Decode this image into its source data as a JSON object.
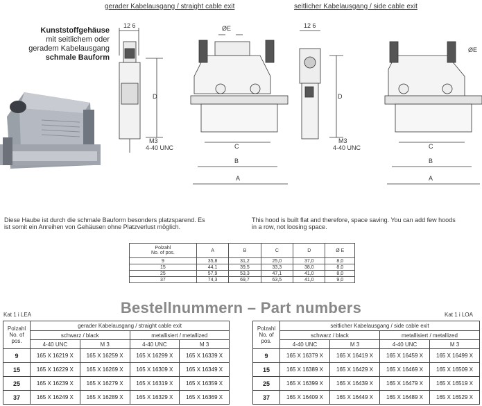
{
  "headers": {
    "straight": "gerader Kabelausgang / straight cable exit",
    "side": "seitlicher Kabelausgang / side cable exit"
  },
  "intro": {
    "line1": "Kunststoffgehäuse",
    "line2": "mit seitlichem oder",
    "line3": "geradem Kabelausgang",
    "line4": "schmale Bauform"
  },
  "drawing_labels": {
    "w126": "12 6",
    "phiE": "ØE",
    "D": "D",
    "M3": "M3",
    "unc": "4-40 UNC",
    "A": "A",
    "B": "B",
    "C": "C"
  },
  "description": {
    "de_line1": "Diese Haube ist durch die schmale Bauform besonders platzsparend. Es",
    "de_line2": "ist somit ein Anreihen von Gehäusen ohne Platzverlust möglich.",
    "en_line1": "This hood is built flat and therefore, space saving. You can add few hoods",
    "en_line2": "in a row, not loosing space."
  },
  "dimensions_table": {
    "col_pos_line1": "Polzahl",
    "col_pos_line2": "No. of pos.",
    "columns": [
      "A",
      "B",
      "C",
      "D",
      "Ø E"
    ],
    "rows": [
      [
        "9",
        "35,8",
        "31,2",
        "25,0",
        "37,0",
        "8,0"
      ],
      [
        "15",
        "44,1",
        "39,5",
        "33,3",
        "38,0",
        "8,0"
      ],
      [
        "25",
        "57,9",
        "53,3",
        "47,1",
        "41,0",
        "8,0"
      ],
      [
        "37",
        "74,3",
        "69,7",
        "63,5",
        "41,0",
        "9,0"
      ]
    ]
  },
  "title": "Bestellnummern  –  Part numbers",
  "kat_left": "Kat 1 i LEA",
  "kat_right": "Kat 1 i LOA",
  "left_table": {
    "pos_line1": "Polzahl",
    "pos_line2": "No. of",
    "pos_line3": "pos.",
    "group": "gerader Kabelausgang / straight cable exit",
    "black": "schwarz / black",
    "metal": "metallisiert / metallized",
    "unc": "4-40 UNC",
    "m3": "M 3",
    "rows": [
      [
        "9",
        "165 X 16219 X",
        "165 X 16259 X",
        "165 X 16299 X",
        "165 X 16339 X"
      ],
      [
        "15",
        "165 X 16229 X",
        "165 X 16269 X",
        "165 X 16309 X",
        "165 X 16349 X"
      ],
      [
        "25",
        "165 X 16239 X",
        "165 X 16279 X",
        "165 X 16319 X",
        "165 X 16359 X"
      ],
      [
        "37",
        "165 X 16249 X",
        "165 X 16289 X",
        "165 X 16329 X",
        "165 X 16369 X"
      ]
    ]
  },
  "right_table": {
    "pos_line1": "Polzahl",
    "pos_line2": "No. of",
    "pos_line3": "pos.",
    "group": "seitlicher Kabelausgang / side cable exit",
    "black": "schwarz / black",
    "metal": "metallisiert / metallized",
    "unc": "4-40 UNC",
    "m3": "M 3",
    "rows": [
      [
        "9",
        "165 X 16379 X",
        "165 X 16419 X",
        "165 X 16459 X",
        "165 X 16499 X"
      ],
      [
        "15",
        "165 X 16389 X",
        "165 X 16429 X",
        "165 X 16469 X",
        "165 X 16509 X"
      ],
      [
        "25",
        "165 X 16399 X",
        "165 X 16439 X",
        "165 X 16479 X",
        "165 X 16519 X"
      ],
      [
        "37",
        "165 X 16409 X",
        "165 X 16449 X",
        "165 X 16489 X",
        "165 X 16529 X"
      ]
    ]
  }
}
